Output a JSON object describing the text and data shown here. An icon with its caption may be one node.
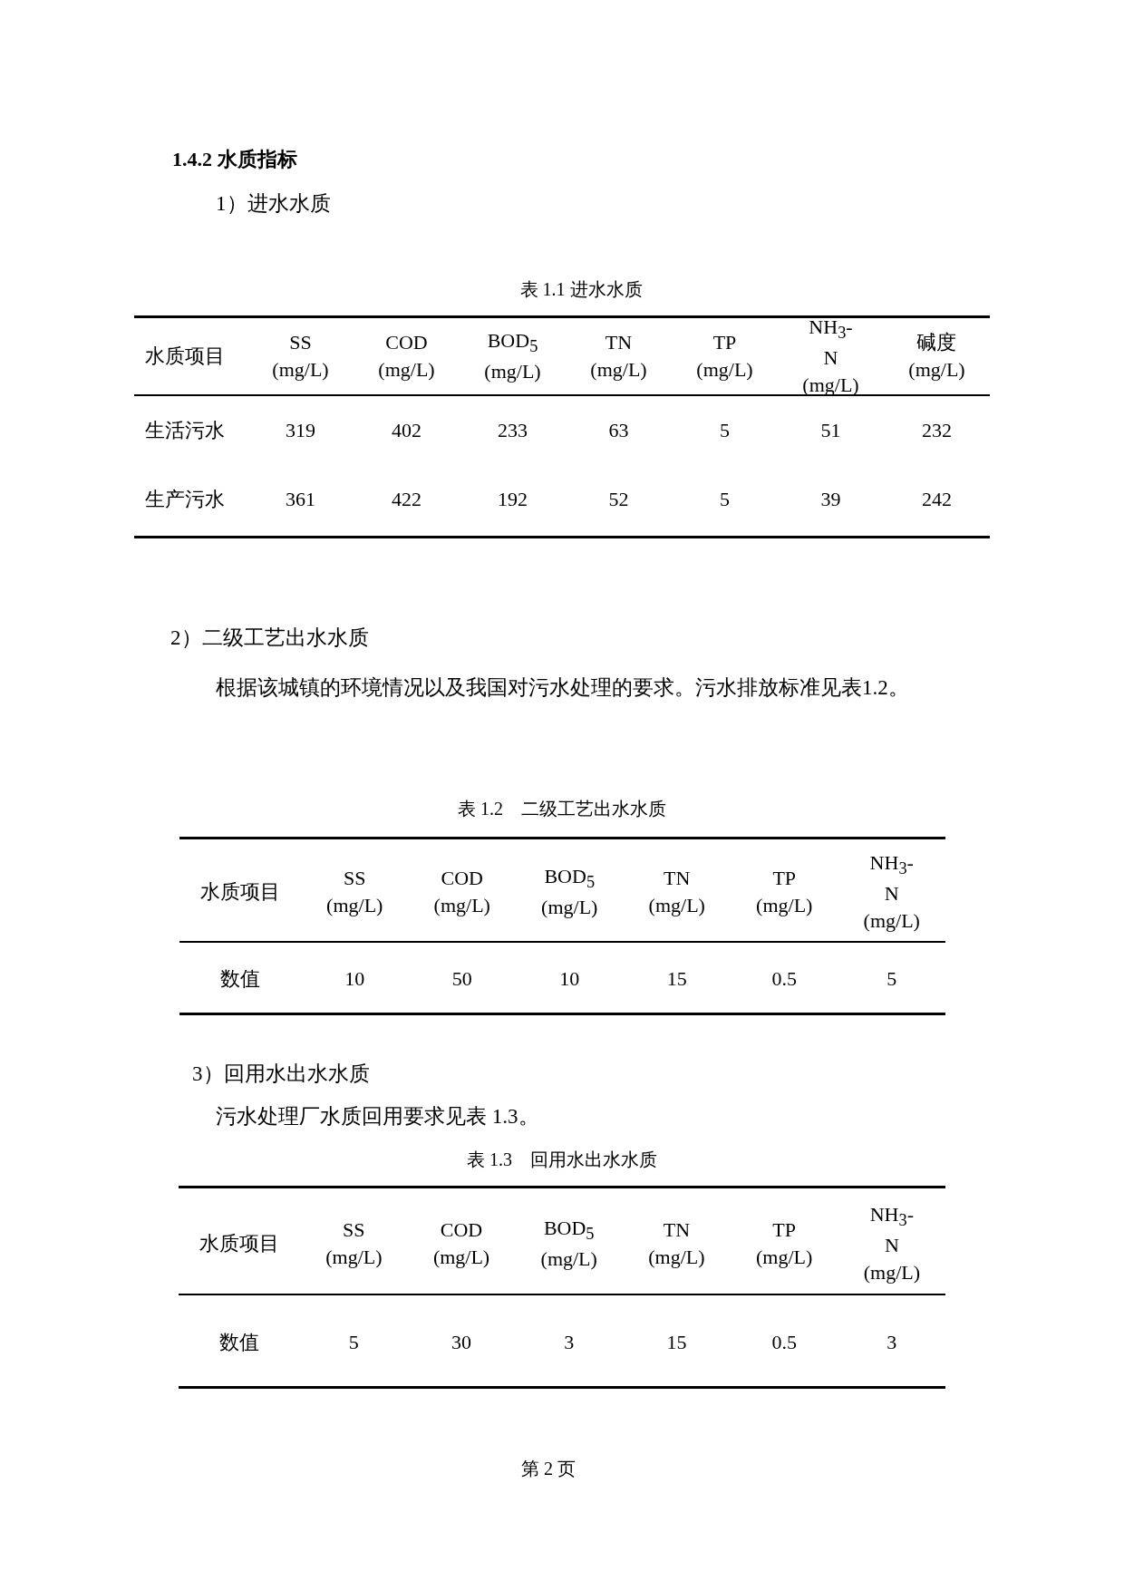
{
  "diagram": {
    "labels": [
      "1.4.2 水质指标",
      "1）进水水质",
      "表 1.1 进水水质",
      "水质项目",
      "SS (mg/L)",
      "COD (mg/L)",
      "BOD$_{5}$ (mg/L)",
      "TN (mg/L)",
      "TP (mg/L)",
      "NH$_{3}$-N (mg/L)",
      "碱度 (mg/L)",
      "生活污水",
      "319",
      "402",
      "233",
      "63",
      "5",
      "51",
      "232",
      "生产污水",
      "361",
      "422",
      "192",
      "52",
      "5",
      "39",
      "242",
      "2）二级工艺出水水质",
      "根据该城镇的环境情况以及我国对污水处理的要求。污水排放标准见表1.2。",
      "表 1.2　二级工艺出水水质",
      "水质项目",
      "SS (mg/L)",
      "COD (mg/L)",
      "BOD$_{5}$ (mg/L)",
      "TN (mg/L)",
      "TP (mg/L)",
      "NH$_{3}$-N (mg/L)",
      "数值",
      "10",
      "50",
      "10",
      "15",
      "0.5",
      "5",
      "3）回用水出水水质",
      "污水处理厂水质回用要求见表 1.3。",
      "表 1.3　回用水出水水质",
      "水质项目",
      "SS (mg/L)",
      "COD (mg/L)",
      "BOD$_{5}$ (mg/L)",
      "TN (mg/L)",
      "TP (mg/L)",
      "NH$_{3}$-N (mg/L)",
      "数值",
      "5",
      "30",
      "3",
      "15",
      "0.5",
      "3",
      "第 2 页"
    ]
  }
}
